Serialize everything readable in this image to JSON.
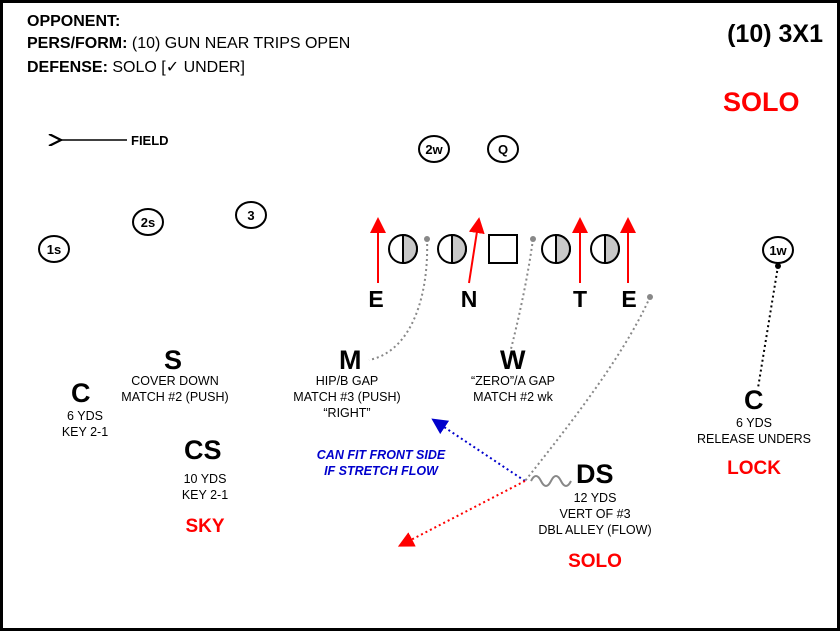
{
  "header": {
    "opponent_label": "OPPONENT:",
    "opponent_value": "",
    "pers_label": "PERS/FORM:",
    "pers_value": "(10) GUN NEAR TRIPS OPEN",
    "defense_label": "DEFENSE:",
    "defense_value": "SOLO [✓ UNDER]",
    "formation_title": "(10) 3X1",
    "call_title": "SOLO"
  },
  "field_arrow_label": "FIELD",
  "offense": {
    "receivers": [
      {
        "id": "1s",
        "label": "1s"
      },
      {
        "id": "2s",
        "label": "2s"
      },
      {
        "id": "3",
        "label": "3"
      },
      {
        "id": "2w",
        "label": "2w"
      },
      {
        "id": "q",
        "label": "Q"
      },
      {
        "id": "1w",
        "label": "1w"
      }
    ]
  },
  "defense": {
    "line": [
      "E",
      "N",
      "T",
      "E"
    ],
    "players": [
      {
        "id": "c-left",
        "letter": "C",
        "notes": [
          "6 YDS",
          "KEY 2-1"
        ]
      },
      {
        "id": "s",
        "letter": "S",
        "notes": [
          "COVER DOWN",
          "MATCH #2 (PUSH)"
        ]
      },
      {
        "id": "cs",
        "letter": "CS",
        "notes": [
          "10 YDS",
          "KEY 2-1"
        ],
        "call": "SKY"
      },
      {
        "id": "m",
        "letter": "M",
        "notes": [
          "HIP/B GAP",
          "MATCH #3 (PUSH)",
          "“RIGHT”"
        ]
      },
      {
        "id": "w",
        "letter": "W",
        "notes": [
          "“ZERO”/A GAP",
          "MATCH #2 wk"
        ]
      },
      {
        "id": "ds",
        "letter": "DS",
        "notes": [
          "12 YDS",
          "VERT OF #3",
          "DBL ALLEY (FLOW)"
        ],
        "call": "SOLO"
      },
      {
        "id": "c-right",
        "letter": "C",
        "notes": [
          "6 YDS",
          "RELEASE UNDERS"
        ],
        "call": "LOCK"
      }
    ]
  },
  "blue_note": [
    "CAN FIT FRONT SIDE",
    "IF STRETCH FLOW"
  ],
  "colors": {
    "red": "#ff0000",
    "blue": "#0000cc",
    "gray_route": "#888888",
    "black": "#000000"
  }
}
